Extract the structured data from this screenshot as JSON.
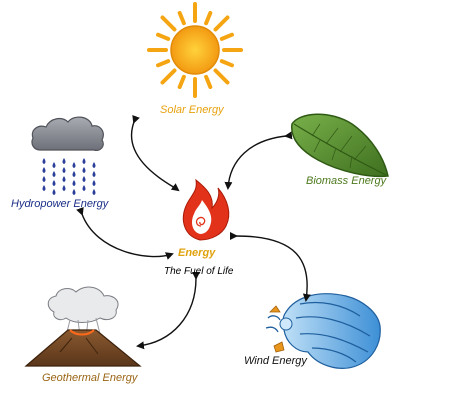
{
  "center": {
    "title": "Energy",
    "subtitle": "The Fuel of Life",
    "title_color": "#e0a20e"
  },
  "sources": {
    "solar": {
      "label": "Solar Energy",
      "color": "#e8a10c",
      "icon": "sun-icon"
    },
    "biomass": {
      "label": "Biomass Energy",
      "color": "#4d7a1e",
      "icon": "leaf-icon"
    },
    "hydro": {
      "label": "Hydropower Energy",
      "color": "#1c2f88",
      "icon": "rain-cloud-icon"
    },
    "wind": {
      "label": "Wind Energy",
      "color": "#111111",
      "icon": "wind-gust-icon"
    },
    "geothermal": {
      "label": "Geothermal Energy",
      "color": "#9a6414",
      "icon": "volcano-icon"
    }
  },
  "colors": {
    "arrow": "#111111",
    "flame": "#e3321a",
    "sun": "#f6a81c",
    "leaf": "#5d9232",
    "cloud": "#8d8f96",
    "rain": "#2b3f9a",
    "wind": "#5fa6e0",
    "volcano": "#6b4226"
  }
}
